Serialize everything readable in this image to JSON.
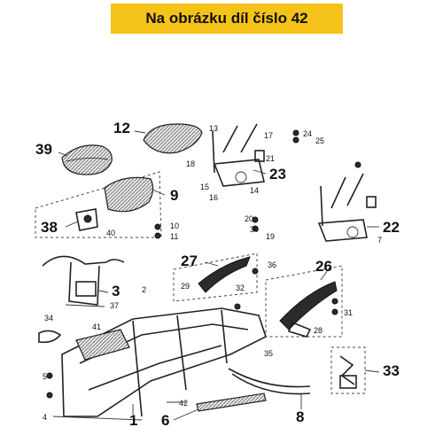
{
  "banner": {
    "title": "Na obrázku díl číslo 42"
  },
  "callouts_large": [
    "1",
    "3",
    "6",
    "8",
    "9",
    "12",
    "22",
    "23",
    "26",
    "27",
    "33",
    "38",
    "39"
  ],
  "callouts_small": [
    "2",
    "4",
    "5",
    "7",
    "10",
    "11",
    "13",
    "14",
    "15",
    "16",
    "17",
    "18",
    "19",
    "20",
    "21",
    "24",
    "25",
    "28",
    "29",
    "30",
    "31",
    "32",
    "34",
    "35",
    "36",
    "37",
    "40",
    "41",
    "42"
  ],
  "colors": {
    "banner": "#f5c21a",
    "line": "#222222"
  }
}
